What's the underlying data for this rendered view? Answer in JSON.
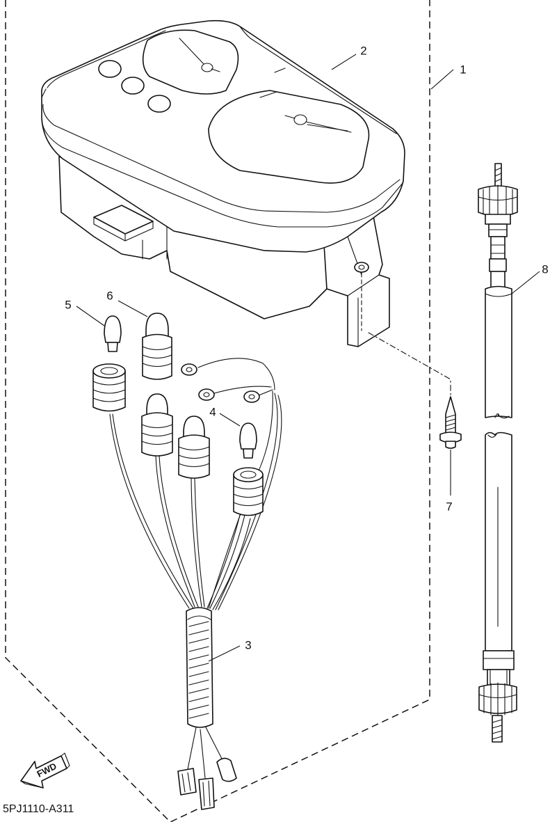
{
  "diagram": {
    "callouts": [
      "1",
      "2",
      "3",
      "4",
      "5",
      "6",
      "7",
      "8"
    ],
    "figure_code": "5PJ1110-A311",
    "direction_label": "FWD"
  }
}
